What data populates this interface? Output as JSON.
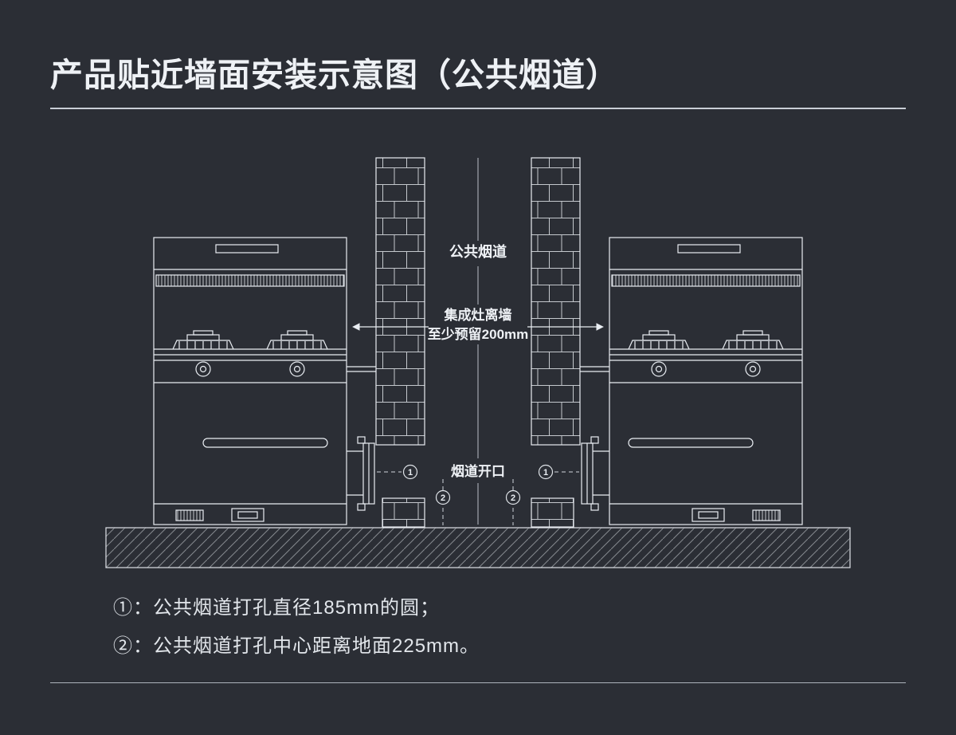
{
  "page": {
    "background": "#2b2e35",
    "line_color": "#e9edf2"
  },
  "header": {
    "title": "产品贴近墙面安装示意图（公共烟道）"
  },
  "diagram": {
    "labels": {
      "flue": "公共烟道",
      "clearance_line1": "集成灶离墙",
      "clearance_line2": "至少预留200mm",
      "opening": "烟道开口"
    },
    "markers": {
      "m1": "1",
      "m2": "2"
    }
  },
  "notes": {
    "line1": "①：公共烟道打孔直径185mm的圆；",
    "line2": "②：公共烟道打孔中心距离地面225mm。"
  }
}
